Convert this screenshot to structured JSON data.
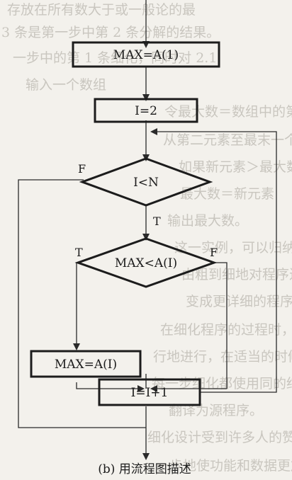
{
  "background_text": [
    "存放在所有数大于或一般论的最",
    "3 条是第一步中第 2 条分解的结果。",
    "一步中的第 1 条细化，同时对 2.1",
    "输入一个数组",
    "令最大数＝数组中的第一元素",
    "从第二元素至最末一个元素依次做",
    "如果新元素＞最大数，",
    "最大数＝新元素",
    "输出最大数。",
    "这一实例，可以归纳出逐步细化的设计方",
    "由粗到细地对程序进行逐步的细化，",
    "变成更详细的程序步骤",
    "在细化程序的过程时，同时对数据的",
    "行地进行，在适当的时候定义数据",
    "每一步细化都使用同的结构化语言",
    "翻译为源程序。",
    "细化设计受到许多人的赞同，并不是",
    "一步地使功能和数据更加细化的"
  ],
  "flowchart": {
    "box_init": "MAX=A(1)",
    "box_i2": "I=2",
    "dec_outer": "I<N",
    "dec_inner": "MAX<A(I)",
    "box_assign": "MAX=A(I)",
    "box_incr": "I=I+1",
    "lbl_outer_f": "F",
    "lbl_outer_t": "T",
    "lbl_inner_t": "T",
    "lbl_inner_f": "F"
  },
  "caption": "(b) 用流程图描述"
}
